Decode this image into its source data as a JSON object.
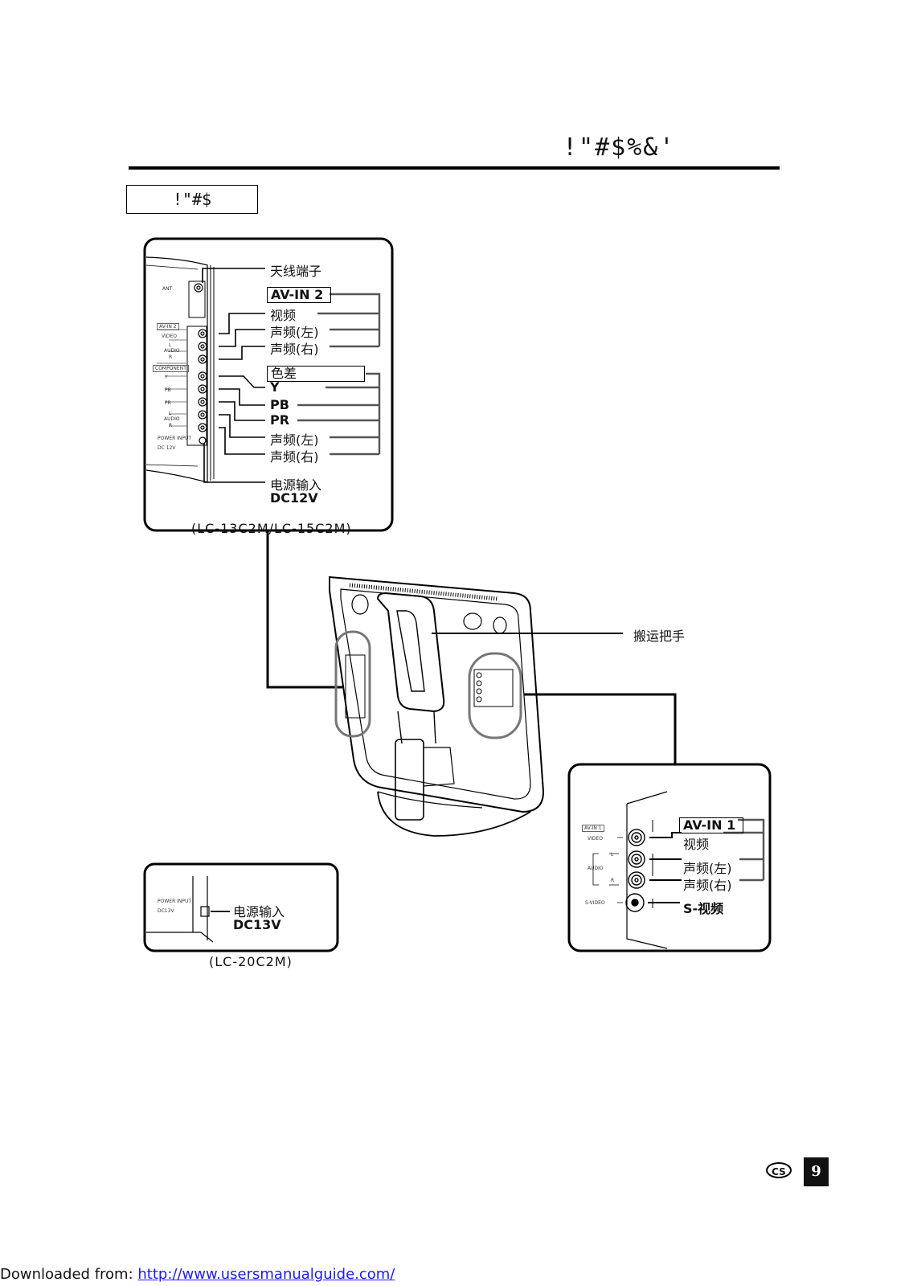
{
  "header": {
    "title": "!\"#$%&'",
    "section_box": "!\"#$"
  },
  "top_panel": {
    "tiny_labels": {
      "ant": "ANT",
      "av_in2": "AV-IN 2",
      "video": "VIDEO",
      "l": "L",
      "audio": "AUDIO",
      "r": "R",
      "component": "COMPONENT",
      "y": "Y",
      "pb": "PB",
      "pr": "PR",
      "l2": "L",
      "audio2": "AUDIO",
      "r2": "R",
      "power_input": "POWER INPUT",
      "dc12v": "DC 12V"
    },
    "labels": {
      "antenna": "天线端子",
      "av_in2": "AV-IN 2",
      "video": "视频",
      "audio_left": "声频(左)",
      "audio_right": "声频(右)",
      "component": "色差",
      "y": "Y",
      "pb": "PB",
      "pr": "PR",
      "comp_audio_left": "声频(左)",
      "comp_audio_right": "声频(右)",
      "power_input": "电源输入",
      "dc": "DC12V"
    },
    "model": "(LC-13C2M/LC-15C2M)"
  },
  "center": {
    "handle_label": "搬运把手"
  },
  "bottom_left_panel": {
    "tiny_labels": {
      "power_input": "POWER INPUT",
      "dc13v": "DC13V"
    },
    "labels": {
      "power_input": "电源输入",
      "dc": "DC13V"
    },
    "model": "(LC-20C2M)"
  },
  "bottom_right_panel": {
    "tiny_labels": {
      "av_in1": "AV-IN 1",
      "video": "VIDEO",
      "l": "L",
      "audio": "AUDIO",
      "r": "R",
      "s_video": "S-VIDEO"
    },
    "labels": {
      "av_in1": "AV-IN 1",
      "video": "视频",
      "audio_left": "声频(左)",
      "audio_right": "声频(右)",
      "s_video": "S-视频"
    }
  },
  "page": {
    "language_badge": "CS",
    "number": "9"
  },
  "footer": {
    "prefix": "Downloaded from: ",
    "link": "http://www.usersmanualguide.com/"
  }
}
